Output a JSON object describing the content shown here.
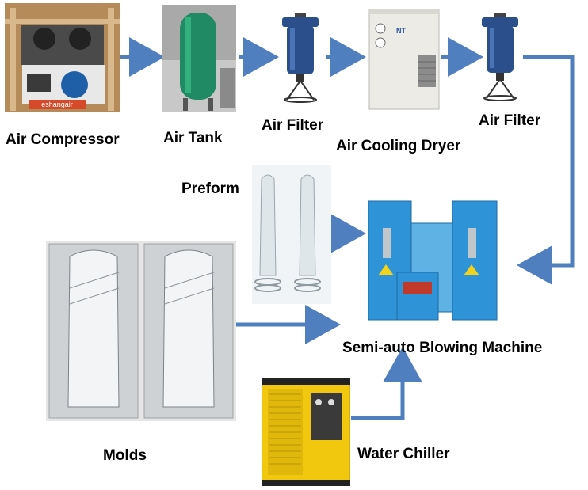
{
  "labels": {
    "air_compressor": "Air Compressor",
    "air_tank": "Air Tank",
    "air_filter_1": "Air Filter",
    "air_cooling_dryer": "Air Cooling Dryer",
    "air_filter_2": "Air Filter",
    "preform": "Preform",
    "semi_auto_blowing_machine": "Semi-auto Blowing Machine",
    "molds": "Molds",
    "water_chiller": "Water Chiller"
  },
  "compressor_brand": "eshangair",
  "dryer_logo": "NT",
  "colors": {
    "arrow": "#4f7fbf",
    "tank_green": "#1f8a63",
    "filter_blue": "#2b4f8a",
    "machine_blue": "#2f93d8",
    "chiller_yellow": "#f2c80f"
  }
}
